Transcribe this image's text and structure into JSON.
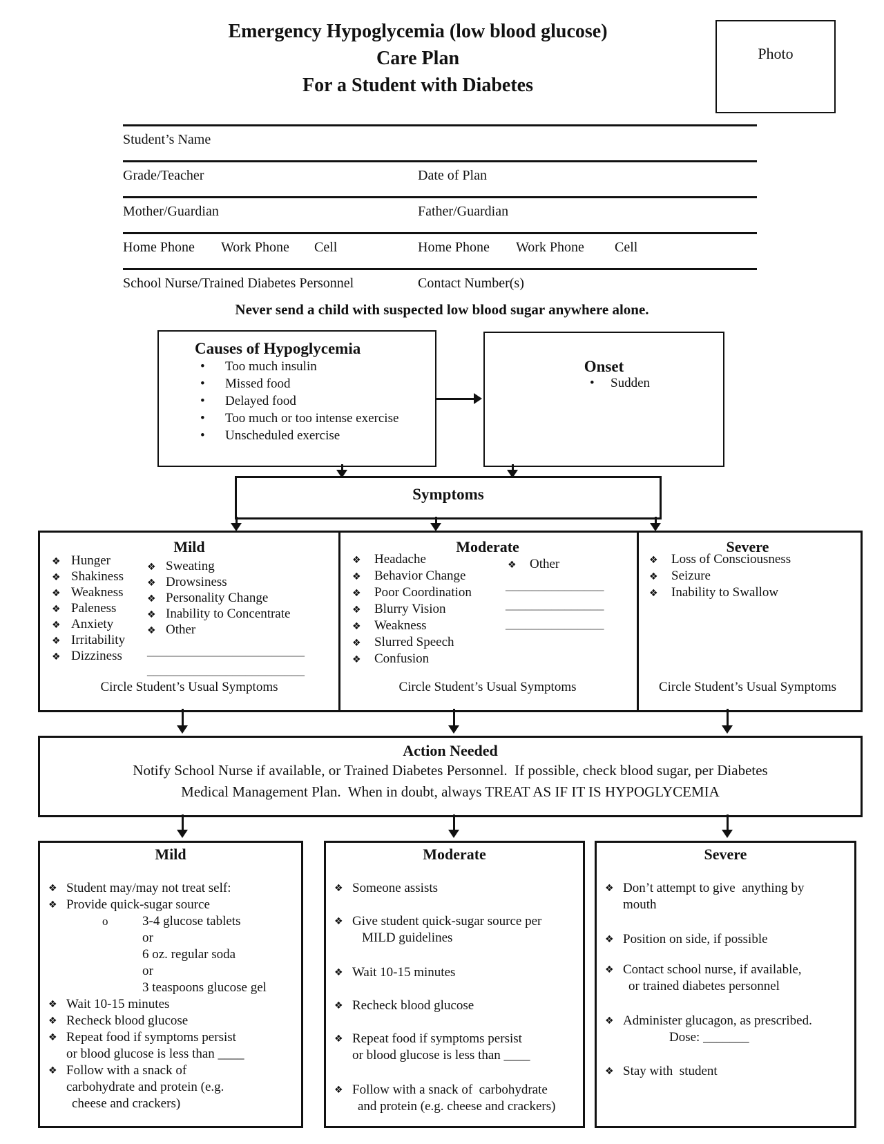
{
  "title": {
    "line1": "Emergency Hypoglycemia (low blood glucose)",
    "line2": "Care Plan",
    "line3": "For a Student with Diabetes"
  },
  "photo_label": "Photo",
  "form": {
    "student_name": "Student’s Name",
    "grade_teacher": "Grade/Teacher",
    "date_of_plan": "Date of Plan",
    "mother_guardian": "Mother/Guardian",
    "father_guardian": "Father/Guardian",
    "home_phone": "Home Phone",
    "work_phone": "Work Phone",
    "cell": "Cell",
    "school_nurse": "School Nurse/Trained Diabetes Personnel",
    "contact_numbers": "Contact Number(s)"
  },
  "warning": "Never send a child with suspected low blood sugar anywhere alone.",
  "bullets": {
    "diamond": "❖",
    "dot": "•",
    "circle": "o"
  },
  "causes": {
    "title": "Causes of Hypoglycemia",
    "items": [
      "Too much insulin",
      "Missed food",
      "Delayed food",
      "Too much or too intense exercise",
      "Unscheduled exercise"
    ]
  },
  "onset": {
    "title": "Onset",
    "items": [
      "Sudden"
    ]
  },
  "symptoms_header": "Symptoms",
  "symptoms": {
    "mild": {
      "title": "Mild",
      "col1": [
        "Hunger",
        "Shakiness",
        "Weakness",
        "Paleness",
        "Anxiety",
        "Irritability",
        "Dizziness"
      ],
      "col2": [
        "Sweating",
        "Drowsiness",
        "Personality Change",
        "Inability to Concentrate",
        "Other"
      ],
      "blanks": [
        "________________________",
        "________________________"
      ],
      "footer": "Circle Student’s Usual Symptoms"
    },
    "moderate": {
      "title": "Moderate",
      "col1": [
        "Headache",
        "Behavior Change",
        "Poor Coordination",
        "Blurry Vision",
        "Weakness",
        "Slurred Speech",
        "Confusion"
      ],
      "col2": [
        "Other"
      ],
      "blanks": [
        "_______________",
        "_______________",
        "_______________"
      ],
      "footer": "Circle Student’s Usual Symptoms"
    },
    "severe": {
      "title": "Severe",
      "col1": [
        "Loss of Consciousness",
        "Seizure",
        "Inability to Swallow"
      ],
      "footer": "Circle Student’s Usual Symptoms"
    }
  },
  "action": {
    "title": "Action Needed",
    "line1": "Notify School Nurse if available, or Trained Diabetes Personnel.  If possible, check blood sugar, per Diabetes",
    "line2": "Medical Management Plan.  When in doubt, always TREAT AS IF IT IS HYPOGLYCEMIA"
  },
  "treatment": {
    "mild": {
      "title": "Mild",
      "items": [
        "Student may/may not treat self:",
        "Provide quick-sugar source",
        "3-4 glucose tablets",
        "or",
        "6 oz. regular soda",
        "or",
        "3 teaspoons glucose gel",
        "Wait 10-15 minutes",
        "Recheck blood glucose",
        "Repeat food if symptoms persist",
        "or blood glucose is less than ____",
        "Follow with a snack of",
        "carbohydrate and protein (e.g.",
        "cheese and crackers)"
      ]
    },
    "moderate": {
      "title": "Moderate",
      "items": [
        "Someone assists",
        "Give student quick-sugar source per",
        "MILD guidelines",
        "Wait 10-15 minutes",
        "Recheck blood glucose",
        "Repeat food if symptoms persist",
        "or blood glucose is less than ____",
        "Follow with a snack of  carbohydrate",
        "and protein (e.g. cheese and crackers)"
      ]
    },
    "severe": {
      "title": "Severe",
      "items": [
        "Don’t attempt to give  anything by",
        "mouth",
        "Position on side, if possible",
        "Contact school nurse, if available,",
        "or trained diabetes personnel",
        "Administer glucagon, as prescribed.",
        "Dose: _______",
        "Stay with  student"
      ]
    }
  }
}
